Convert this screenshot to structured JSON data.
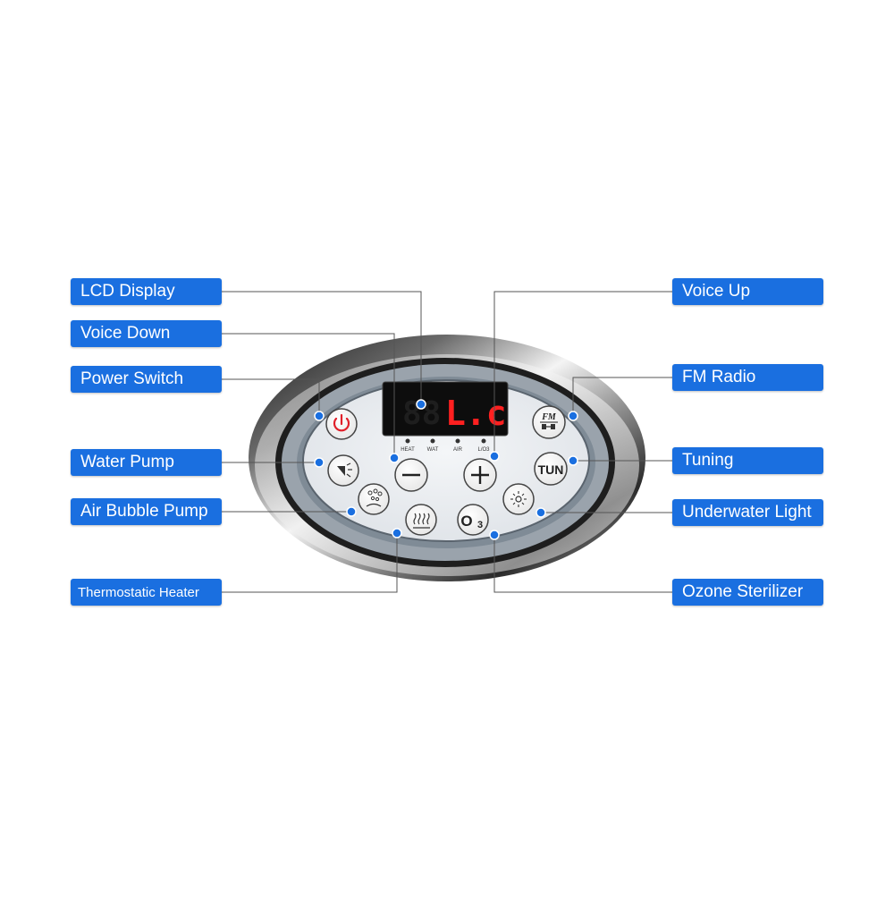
{
  "labels": {
    "lcd_display": "LCD Display",
    "voice_down": "Voice Down",
    "power_switch": "Power Switch",
    "water_pump": "Water Pump",
    "air_bubble_pump": "Air Bubble Pump",
    "thermostatic_heater": "Thermostatic Heater",
    "voice_up": "Voice Up",
    "fm_radio": "FM Radio",
    "tuning": "Tuning",
    "underwater_light": "Underwater Light",
    "ozone_sterilizer": "Ozone Sterilizer"
  },
  "display": {
    "reading": "L.c",
    "indicators": [
      "HEAT",
      "WAT",
      "AIR",
      "L/O3"
    ]
  },
  "buttons": {
    "fm_top": "FM",
    "tun": "TUN",
    "ozone": "O",
    "ozone_sub": "3"
  },
  "colors": {
    "label_bg": "#1a6fe0",
    "led_red": "#ff2020",
    "power_red": "#e0202a"
  }
}
